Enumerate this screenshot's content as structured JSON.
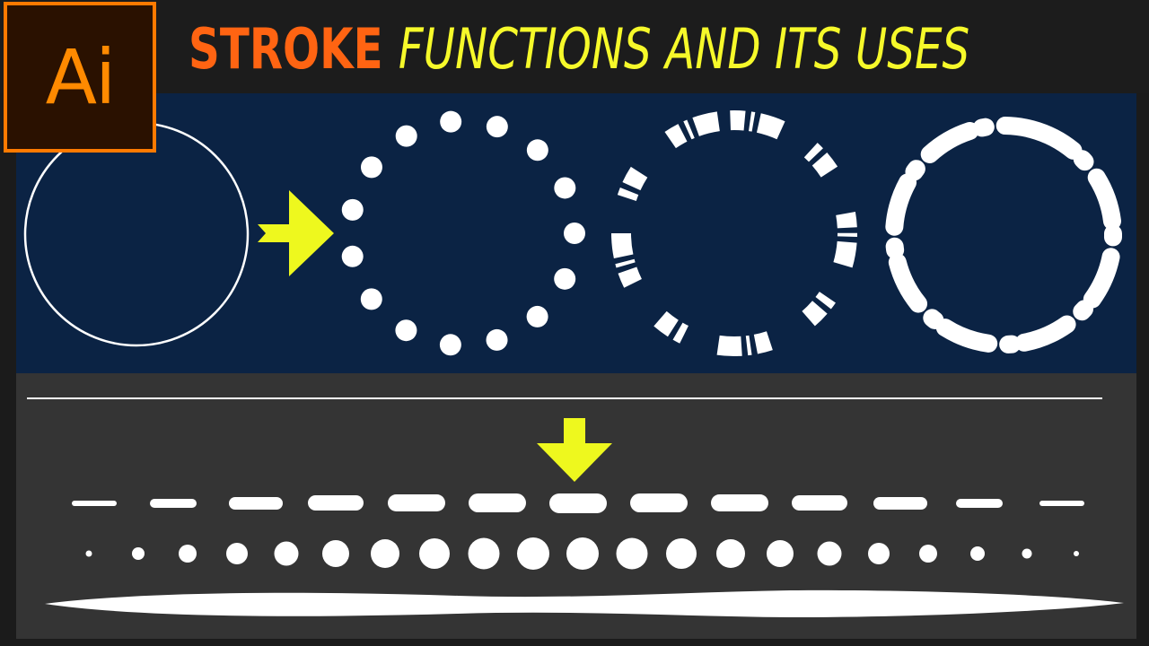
{
  "logo": {
    "text": "Ai"
  },
  "title": {
    "part1": "STROKE",
    "part2": "FUNCTIONS AND ITS USES"
  },
  "colors": {
    "accent_orange": "#ff6412",
    "accent_yellow": "#f6f92a",
    "arrow": "#eef81e",
    "top_panel": "#0b2344",
    "bottom_panel": "#343434",
    "stroke": "#ffffff"
  },
  "icons": [
    "arrow-right-icon",
    "arrow-down-icon"
  ]
}
